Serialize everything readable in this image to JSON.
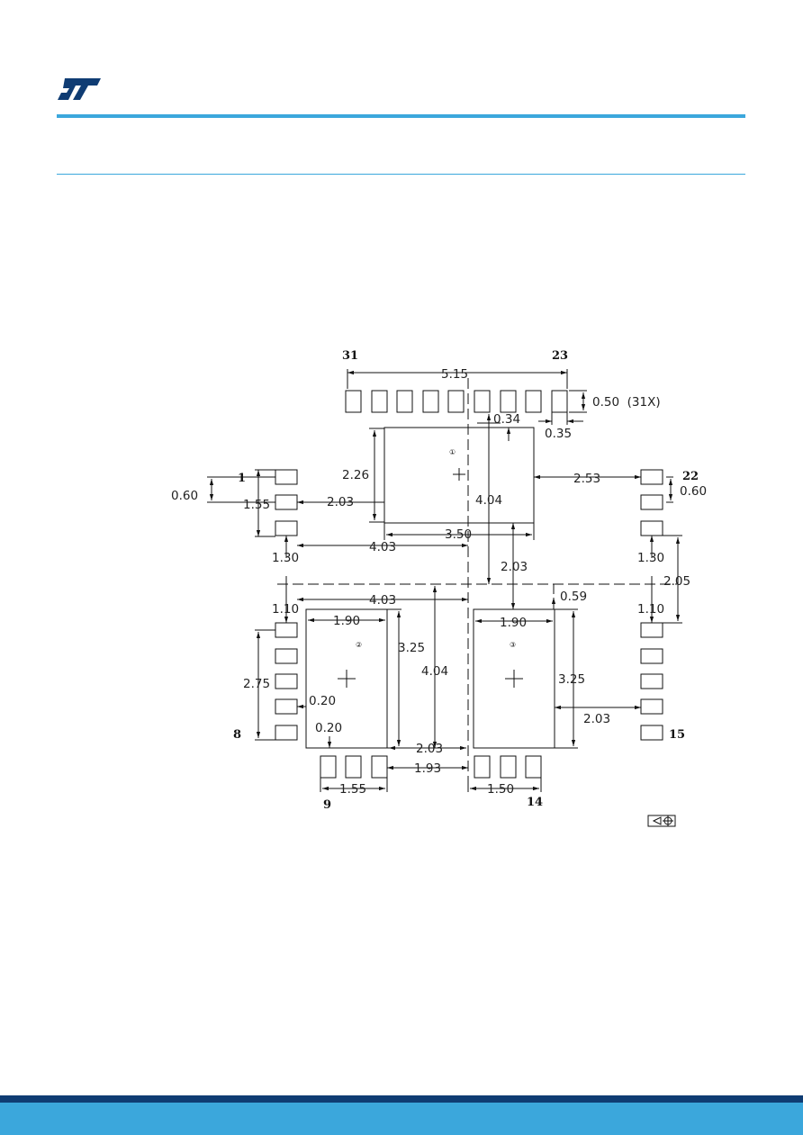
{
  "header": {
    "brand": "ST",
    "accent_color": "#3ba7dc",
    "footer_dark_color": "#0f3c73"
  },
  "drawing": {
    "pins": {
      "p31": "31",
      "p23": "23",
      "p1": "1",
      "p22": "22",
      "p8": "8",
      "p15": "15",
      "p9": "9",
      "p14": "14"
    },
    "pad_labels": {
      "pad1": "①",
      "pad2": "②",
      "pad3": "③"
    },
    "dims": {
      "top_width": "5.15",
      "pad_height": "0.50  (31X)",
      "pad_pitch": "0.35",
      "gap_034": "0.34",
      "pad1_height": "2.26",
      "pad1_width": "3.50",
      "center_height": "4.04",
      "pad1_to_right": "2.53",
      "left_pitch": "0.60",
      "right_pitch": "0.60",
      "left_155": "1.55",
      "left_203": "2.03",
      "left_403_upper": "4.03",
      "left_130": "1.30",
      "right_130": "1.30",
      "mid_203": "2.03",
      "right_205": "2.05",
      "left_110": "1.10",
      "right_110": "1.10",
      "left_403_lower": "4.03",
      "offset_059": "0.59",
      "pad2_width": "1.90",
      "pad3_width": "1.90",
      "pad2_height": "3.25",
      "pad3_height": "3.25",
      "lower_404": "4.04",
      "left_275": "2.75",
      "small_020_a": "0.20",
      "small_020_b": "0.20",
      "right_203": "2.03",
      "bottom_203": "2.03",
      "bottom_193": "1.93",
      "bottom_155": "1.55",
      "bottom_150": "1.50"
    }
  }
}
